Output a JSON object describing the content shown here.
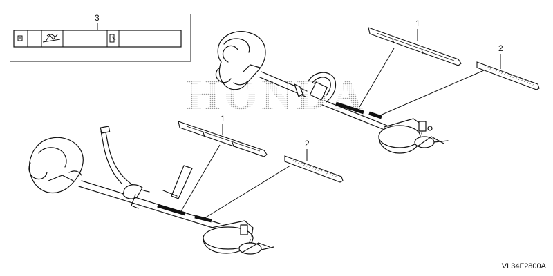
{
  "watermark_text": "HONDA",
  "diagram_code": "VL34F2800A",
  "callouts": {
    "decal_kit_panel": "3",
    "upper_long_decal": "1",
    "upper_short_decal": "2",
    "lower_long_decal": "1",
    "lower_short_decal": "2"
  },
  "colors": {
    "line": "#111111",
    "background": "#ffffff",
    "watermark": "#a0a0a0"
  }
}
